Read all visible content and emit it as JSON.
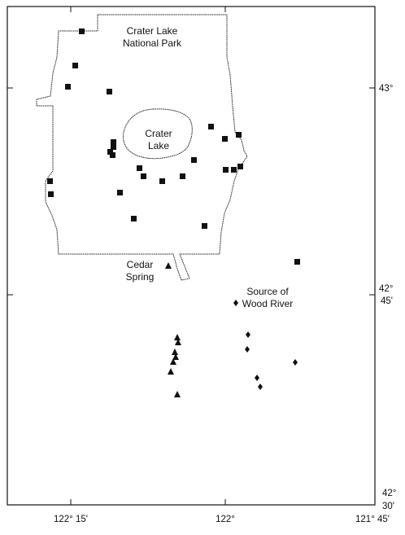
{
  "labels": {
    "park_line1": "Crater Lake",
    "park_line2": "National Park",
    "lake_line1": "Crater",
    "lake_line2": "Lake",
    "spring_line1": "Cedar",
    "spring_line2": "Spring",
    "river_line1": "Source of",
    "river_line2": "Wood River"
  },
  "axis": {
    "x_ticks": [
      "122° 15'",
      "122°",
      "121° 45'"
    ],
    "y_ticks": [
      {
        "deg": "43°",
        "min": ""
      },
      {
        "deg": "42°",
        "min": "45'"
      },
      {
        "deg": "42°",
        "min": "30'"
      }
    ]
  },
  "symbols": {
    "squares": "filled-square-marker",
    "triangles": "filled-triangle-marker",
    "diamonds": "filled-diamond-marker"
  }
}
